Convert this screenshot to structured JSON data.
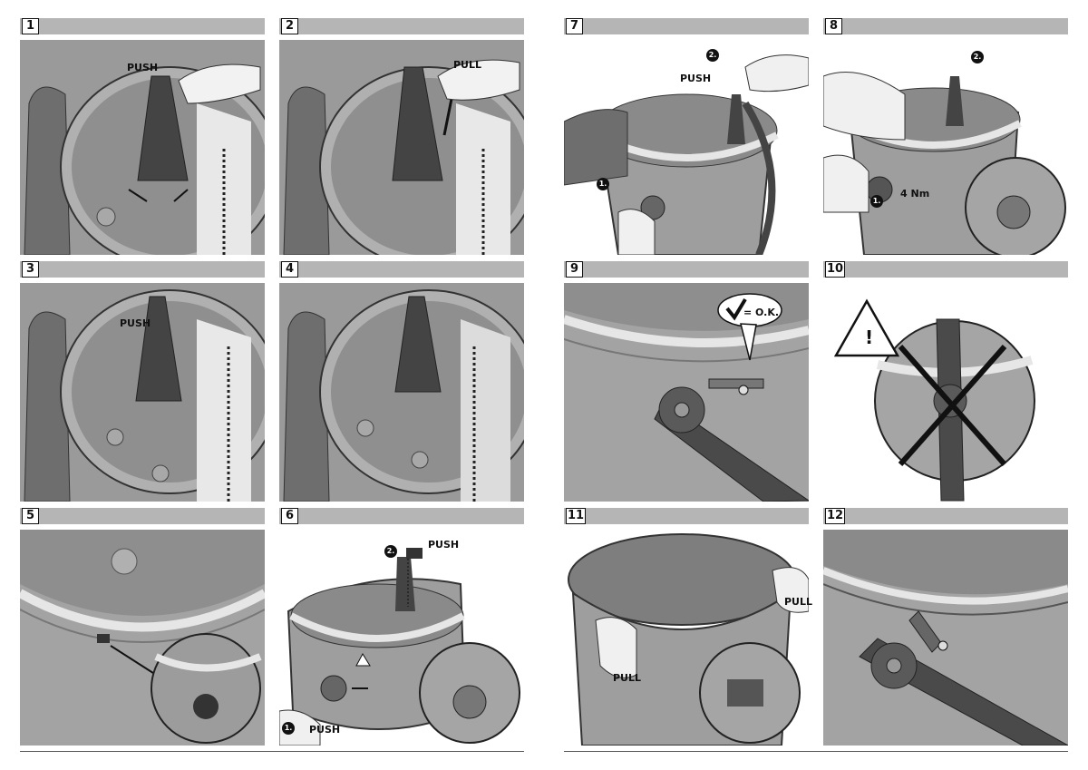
{
  "panels": [
    {
      "number": "1",
      "labels": [
        "PUSH"
      ]
    },
    {
      "number": "2",
      "labels": [
        "PULL"
      ]
    },
    {
      "number": "3",
      "labels": [
        "PUSH"
      ]
    },
    {
      "number": "4",
      "labels": []
    },
    {
      "number": "5",
      "labels": []
    },
    {
      "number": "6",
      "labels": [
        "PUSH",
        "PUSH"
      ],
      "steps": [
        "2.",
        "1."
      ]
    },
    {
      "number": "7",
      "labels": [
        "PUSH"
      ],
      "steps": [
        "2.",
        "1."
      ]
    },
    {
      "number": "8",
      "labels": [
        "4 Nm"
      ],
      "steps": [
        "2.",
        "1."
      ]
    },
    {
      "number": "9",
      "labels": [
        "= O.K."
      ]
    },
    {
      "number": "10",
      "labels": [
        "!"
      ]
    },
    {
      "number": "11",
      "labels": [
        "PULL",
        "PULL"
      ]
    },
    {
      "number": "12",
      "labels": []
    }
  ],
  "colors": {
    "header_bar": "#b5b5b5",
    "ink": "#111111",
    "metal": "#8a8a8a",
    "light_metal": "#c8c8c8",
    "dark_metal": "#555555"
  }
}
